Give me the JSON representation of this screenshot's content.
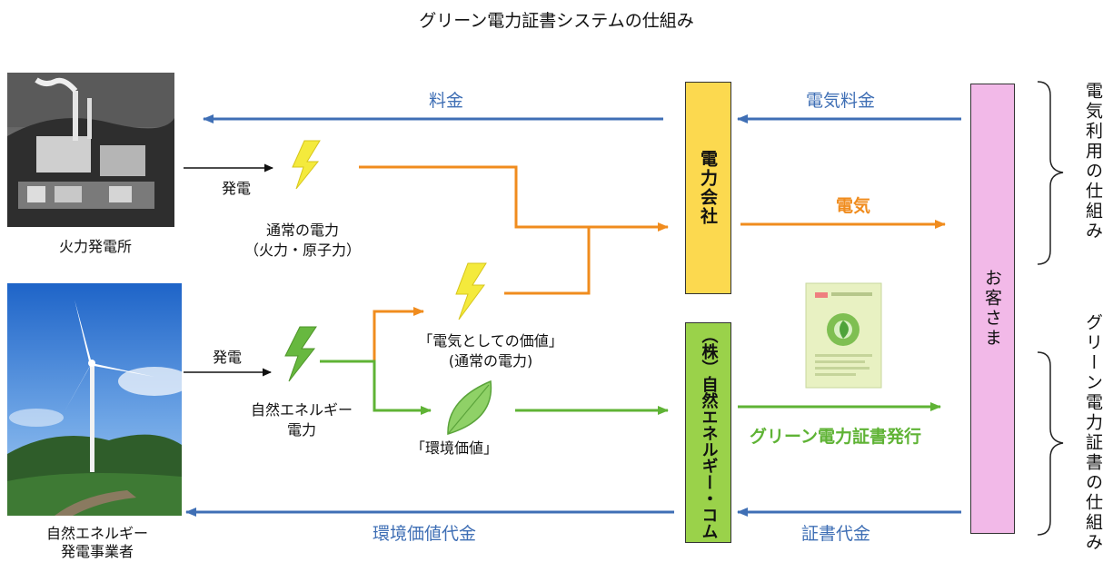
{
  "title": "グリーン電力証書システムの仕組み",
  "sources": {
    "thermal_plant": "火力発電所",
    "renewable_producer_line1": "自然エネルギー",
    "renewable_producer_line2": "発電事業者"
  },
  "generation_label": "発電",
  "power": {
    "normal_line1": "通常の電力",
    "normal_line2": "（火力・原子力）",
    "natural_line1": "自然エネルギー",
    "natural_line2": "電力",
    "as_electricity_line1": "「電気としての価値」",
    "as_electricity_line2": "(通常の電力)",
    "environmental_value": "「環境価値」"
  },
  "entities": {
    "power_company": "電力会社",
    "green_company": "（株）自然エネルギー・コム",
    "customer": "お客さま"
  },
  "flows": {
    "fee": "料金",
    "electricity_fee": "電気料金",
    "electricity": "電気",
    "certificate_issue": "グリーン電力証書発行",
    "env_value_payment": "環境価値代金",
    "certificate_payment": "証書代金"
  },
  "braces": {
    "electricity_usage": "電気利用の仕組み",
    "certificate_system": "グリーン電力証書の仕組み"
  },
  "colors": {
    "blue": "#3f6fb5",
    "orange": "#f08c1e",
    "green": "#5fb335",
    "power_company_box": "#fcd94f",
    "green_company_box": "#9ad24a",
    "customer_box": "#f2b9e8"
  }
}
